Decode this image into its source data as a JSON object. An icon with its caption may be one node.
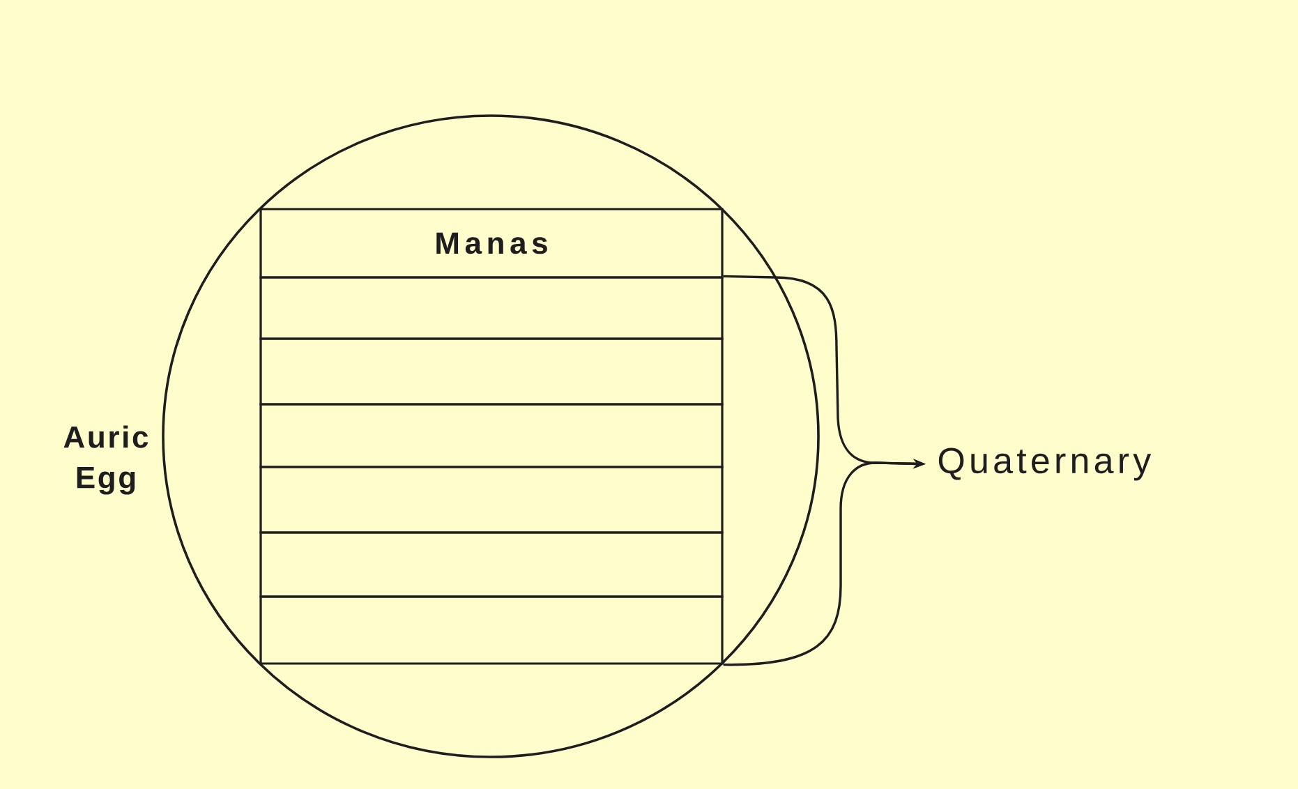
{
  "diagram": {
    "nodes": [
      {
        "text": [
          "Auric Egg"
        ]
      },
      {
        "text": [
          "Manas"
        ],
        "in": 0
      },
      {
        "text": [],
        "shape": "box",
        "in": 0
      },
      {
        "text": [],
        "shape": "box",
        "in": 0
      },
      {
        "text": [],
        "shape": "box",
        "in": 0
      },
      {
        "text": [],
        "shape": "box",
        "in": 0
      },
      {
        "text": [],
        "shape": "box",
        "in": 0
      },
      {
        "text": [],
        "shape": "box",
        "in": 0
      },
      {
        "text": [
          "Quaternary"
        ]
      }
    ],
    "edges": [
      {
        "from": 2,
        "to": 8,
        "arrow": "to"
      },
      {
        "from": 7,
        "to": 8,
        "arrow": "to"
      }
    ]
  }
}
